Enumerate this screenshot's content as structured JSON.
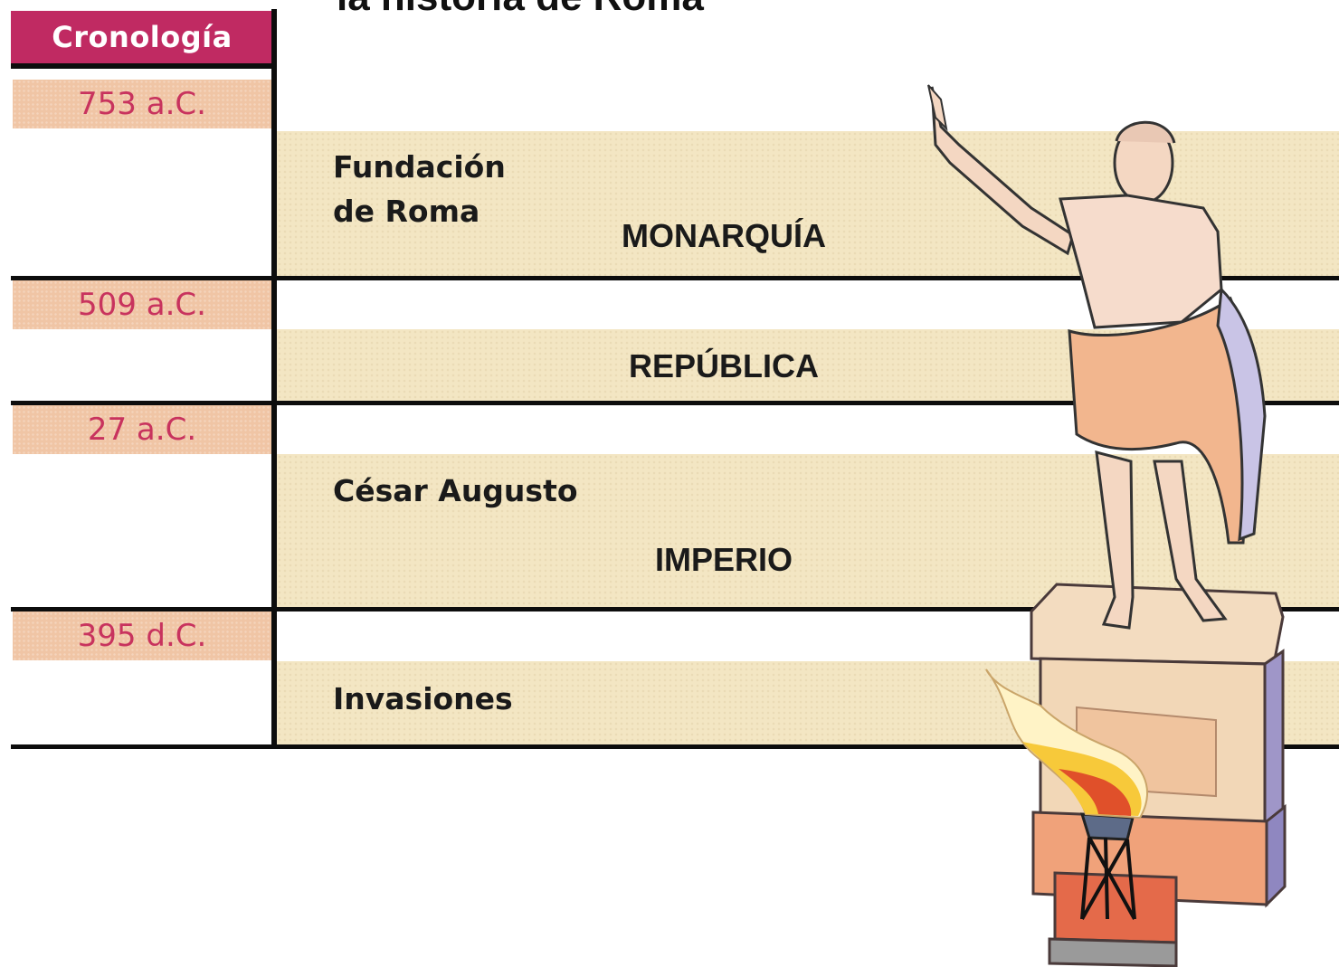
{
  "title": "la historia de Roma",
  "header": {
    "label": "Cronología",
    "color": "#c02a62"
  },
  "dates": [
    "753 a.C.",
    "509 a.C.",
    "27 a.C.",
    "395 d.C."
  ],
  "events": {
    "foundation_line1": "Fundación",
    "foundation_line2": "de Roma",
    "augustus": "César Augusto",
    "invasions": "Invasiones"
  },
  "periods": {
    "monarchy": "MONARQUÍA",
    "republic": "REPÚBLICA",
    "empire": "IMPERIO"
  },
  "colors": {
    "date_fill": "#f0c5a5",
    "date_text": "#c8335e",
    "band_fill": "#f3e6c3",
    "rule": "#0d0d0d"
  },
  "illustration": {
    "statue": "augustus-statue",
    "flame": "brazier-flame-icon"
  }
}
